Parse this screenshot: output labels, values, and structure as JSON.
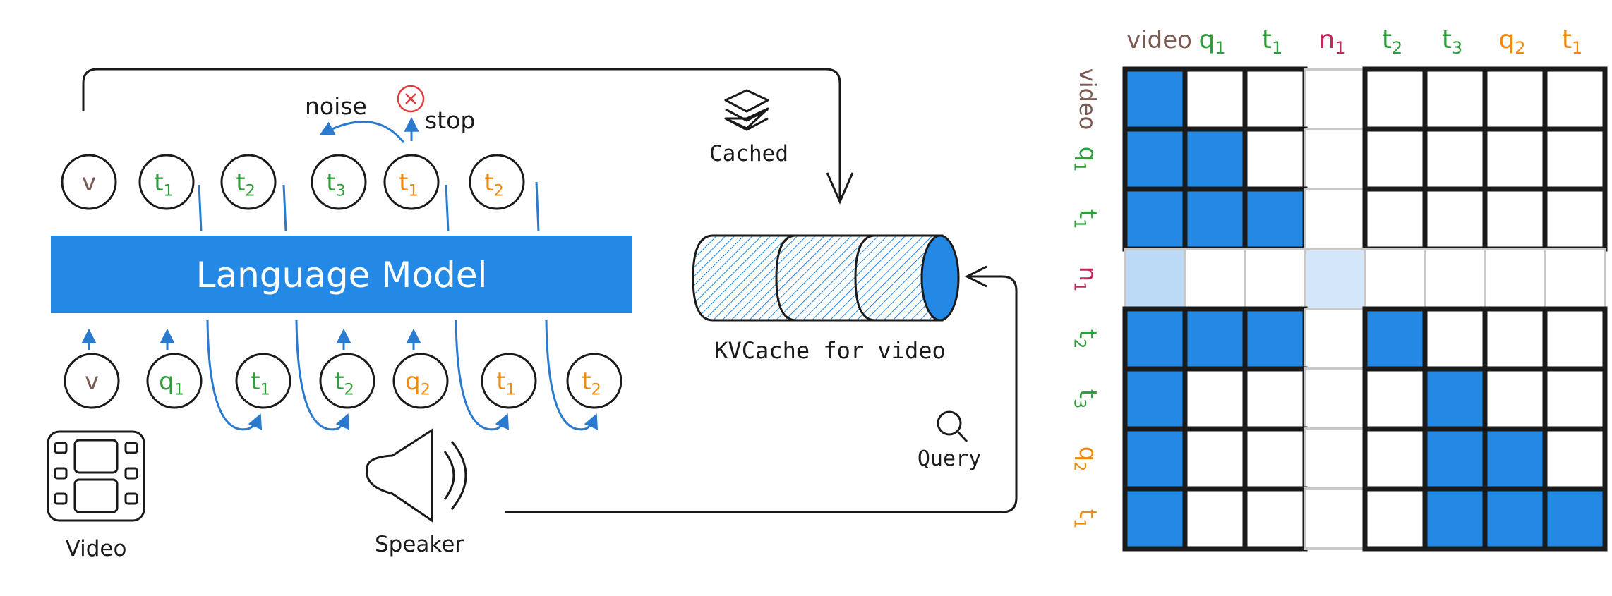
{
  "colors": {
    "blue": "#2389e4",
    "light_blue": "#bcd9f5",
    "lighter_blue": "#d3e6fa",
    "green": "#2e9e3a",
    "orange": "#ef8a0f",
    "brown": "#7a5a52",
    "crimson": "#c02a5a",
    "red": "#e23b3b",
    "ink": "#1a1a1a"
  },
  "diagram": {
    "language_model": "Language Model",
    "noise": "noise",
    "stop": "stop",
    "cached": "Cached",
    "kvcache": "KVCache for video",
    "query": "Query",
    "video": "Video",
    "speaker": "Speaker",
    "top_tokens": [
      {
        "main": "v",
        "sub": "",
        "color": "brown"
      },
      {
        "main": "t",
        "sub": "1",
        "color": "green"
      },
      {
        "main": "t",
        "sub": "2",
        "color": "green"
      },
      {
        "main": "t",
        "sub": "3",
        "color": "green"
      },
      {
        "main": "t",
        "sub": "1",
        "color": "orange"
      },
      {
        "main": "t",
        "sub": "2",
        "color": "orange"
      }
    ],
    "bottom_tokens": [
      {
        "main": "v",
        "sub": "",
        "color": "brown"
      },
      {
        "main": "q",
        "sub": "1",
        "color": "green"
      },
      {
        "main": "t",
        "sub": "1",
        "color": "green"
      },
      {
        "main": "t",
        "sub": "2",
        "color": "green"
      },
      {
        "main": "q",
        "sub": "2",
        "color": "orange"
      },
      {
        "main": "t",
        "sub": "1",
        "color": "orange"
      },
      {
        "main": "t",
        "sub": "2",
        "color": "orange"
      }
    ]
  },
  "matrix": {
    "labels": [
      {
        "main": "video",
        "sub": "",
        "color": "brown"
      },
      {
        "main": "q",
        "sub": "1",
        "color": "green"
      },
      {
        "main": "t",
        "sub": "1",
        "color": "green"
      },
      {
        "main": "n",
        "sub": "1",
        "color": "crimson"
      },
      {
        "main": "t",
        "sub": "2",
        "color": "green"
      },
      {
        "main": "t",
        "sub": "3",
        "color": "green"
      },
      {
        "main": "q",
        "sub": "2",
        "color": "orange"
      },
      {
        "main": "t",
        "sub": "1",
        "color": "orange"
      }
    ],
    "faded_index": 3,
    "cells": [
      [
        1,
        0,
        0,
        0,
        0,
        0,
        0,
        0
      ],
      [
        1,
        1,
        0,
        0,
        0,
        0,
        0,
        0
      ],
      [
        1,
        1,
        1,
        0,
        0,
        0,
        0,
        0
      ],
      [
        2,
        0,
        0,
        3,
        0,
        0,
        0,
        0
      ],
      [
        1,
        1,
        1,
        0,
        1,
        0,
        0,
        0
      ],
      [
        1,
        0,
        0,
        0,
        0,
        1,
        0,
        0
      ],
      [
        1,
        0,
        0,
        0,
        0,
        1,
        1,
        0
      ],
      [
        1,
        0,
        0,
        0,
        0,
        1,
        1,
        1
      ]
    ]
  }
}
